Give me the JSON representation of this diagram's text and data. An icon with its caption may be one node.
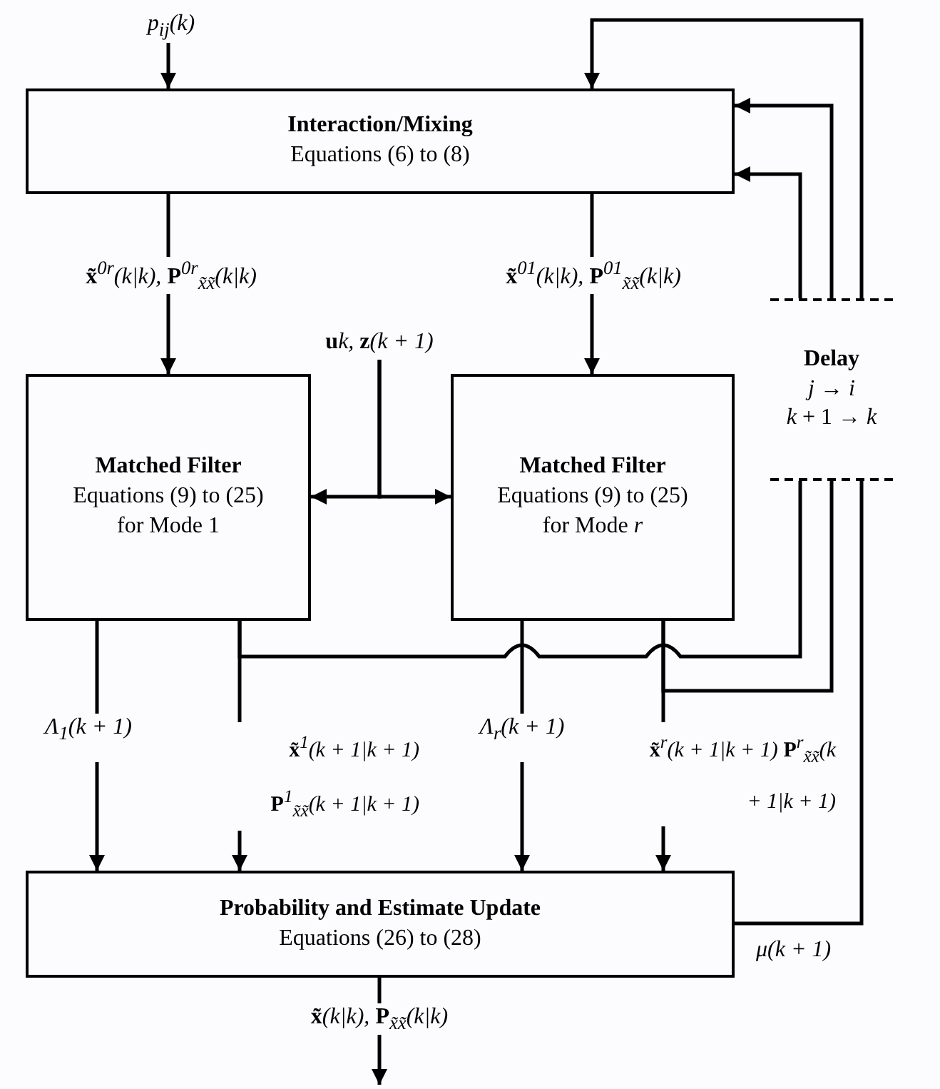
{
  "diagram": {
    "nodes": [
      {
        "text": [
          "p$_{ij}$(k)"
        ]
      },
      {
        "text": [
          "Interaction/Mixing",
          "Equations (6) to (8)"
        ]
      },
      {
        "text": [
          "Delay",
          "*j* → *i*",
          "*k* + 1 → *k*"
        ]
      },
      {
        "text": [
          "**u**k, **z**(k + 1)"
        ]
      },
      {
        "text": [
          "Matched Filter",
          "Equations (9) to (25) for Mode 1"
        ]
      },
      {
        "text": [
          "Matched Filter",
          "Equations (9) to (25) for Mode *r*"
        ]
      },
      {
        "text": [
          "Probability and Estimate Update",
          "Equations (26) to (28)"
        ]
      }
    ],
    "edges": [
      {
        "from": 0,
        "to": 1,
        "arrow": "to"
      },
      {
        "from": 2,
        "to": 1,
        "arrow": "to"
      },
      {
        "from": 2,
        "to": 1,
        "arrow": "to"
      },
      {
        "from": 2,
        "to": 1,
        "arrow": "to"
      },
      {
        "from": 1,
        "to": 4,
        "arrow": "to",
        "label": "**x̃**$^{0r}$(k|k), **P**$^{0r}$$_{x̃x̃}$(k|k)"
      },
      {
        "from": 1,
        "to": 5,
        "arrow": "to",
        "label": "**x̃**$^{01}$(k|k), **P**$^{01}$$_{x̃x̃}$(k|k)"
      },
      {
        "from": 3,
        "to": 4,
        "arrow": "to"
      },
      {
        "from": 3,
        "to": 5,
        "arrow": "to"
      },
      {
        "from": 4,
        "to": 6,
        "arrow": "to",
        "label": "Λ$_{1}$(k + 1)"
      },
      {
        "from": 4,
        "to": 6,
        "arrow": "to",
        "label": "**x̃**$^{1}$(k + 1|k + 1) **P**$^{1}$$_{x̃x̃}$(k + 1|k + 1)"
      },
      {
        "from": 4,
        "to": 2,
        "arrow": "none"
      },
      {
        "from": 5,
        "to": 6,
        "arrow": "to",
        "label": "Λ$_{r}$(k + 1)"
      },
      {
        "from": 5,
        "to": 6,
        "arrow": "to",
        "label": "**x̃**$^{r}$(k + 1|k + 1) **P**$^{r}$$_{x̃x̃}$(k + 1|k + 1)"
      },
      {
        "from": 5,
        "to": 2,
        "arrow": "none"
      },
      {
        "from": 6,
        "to": 2,
        "arrow": "none",
        "label": "μ(k + 1)"
      },
      {
        "from": 6,
        "to": null,
        "arrow": "to",
        "label": "**x̃**(k|k), **P**$_{x̃x̃}$(k|k)"
      }
    ]
  }
}
